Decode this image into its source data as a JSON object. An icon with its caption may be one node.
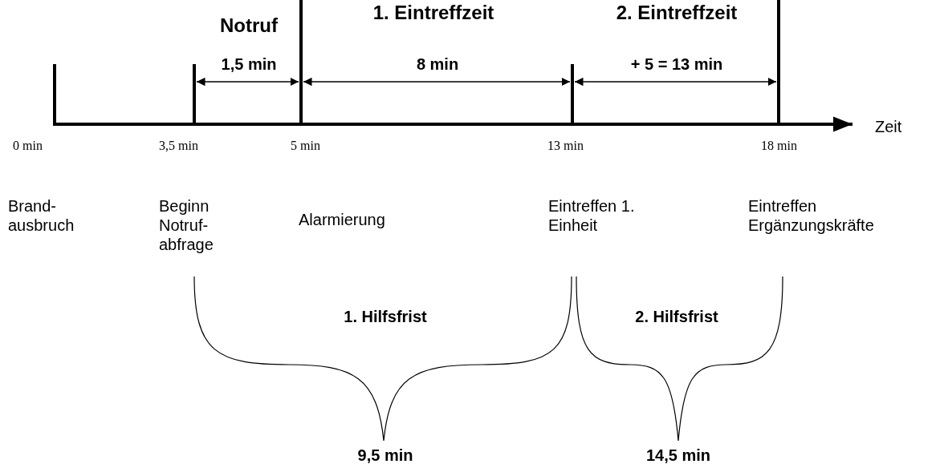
{
  "diagram": {
    "labels": [
      "Notruf",
      "1. Eintreffzeit",
      "2. Eintreffzeit",
      "1,5 min",
      "8 min",
      "+ 5 = 13 min",
      "Zeit",
      "0 min",
      "3,5 min",
      "5 min",
      "13 min",
      "18 min",
      "Brand- ausbruch",
      "Beginn Notruf- abfrage",
      "Alarmierung",
      "Eintreffen 1. Einheit",
      "Eintreffen Ergänzungskräfte",
      "1. Hilfsfrist",
      "2. Hilfsfrist",
      "9,5 min",
      "14,5 min"
    ]
  }
}
